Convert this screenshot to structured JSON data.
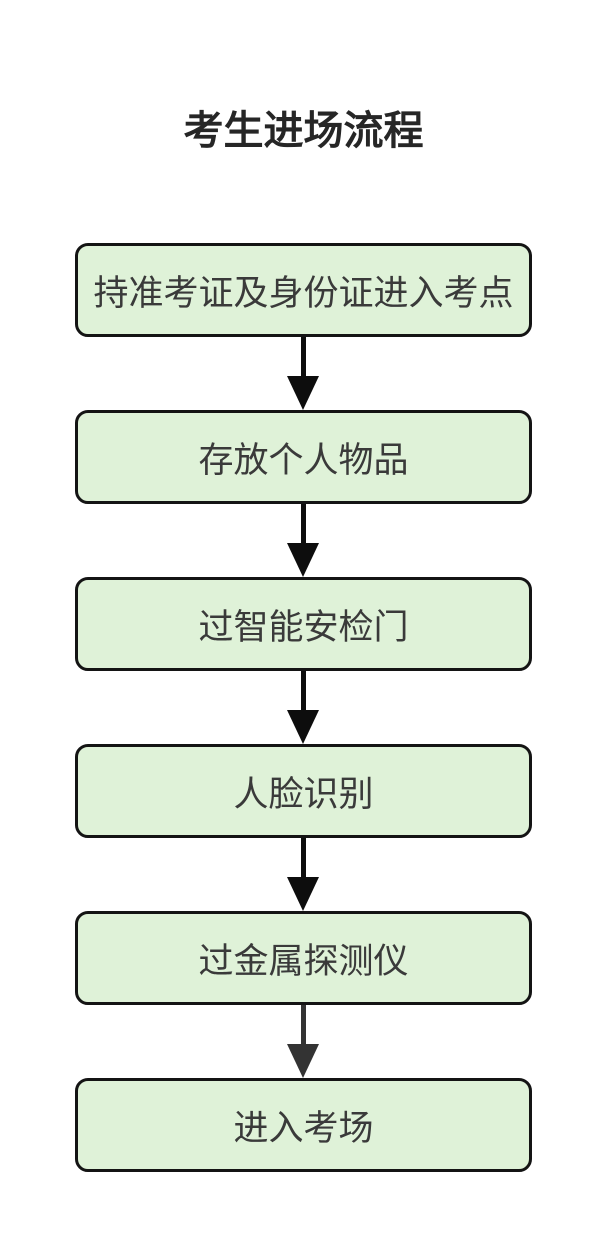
{
  "page": {
    "background": "#ffffff"
  },
  "title": {
    "text": "考生进场流程",
    "color": "#262626"
  },
  "flow": {
    "box_fill": "#dff2d8",
    "box_border": "#141414",
    "text_color": "#3a3a3a",
    "steps": [
      {
        "label": "持准考证及身份证进入考点"
      },
      {
        "label": "存放个人物品"
      },
      {
        "label": "过智能安检门"
      },
      {
        "label": "人脸识别"
      },
      {
        "label": "过金属探测仪"
      },
      {
        "label": "进入考场"
      }
    ],
    "arrows": [
      {
        "direction": "down",
        "color": "#0d0d0d"
      },
      {
        "direction": "down",
        "color": "#0d0d0d"
      },
      {
        "direction": "down",
        "color": "#0d0d0d"
      },
      {
        "direction": "down",
        "color": "#0d0d0d"
      },
      {
        "direction": "down",
        "color": "#333333"
      }
    ]
  }
}
